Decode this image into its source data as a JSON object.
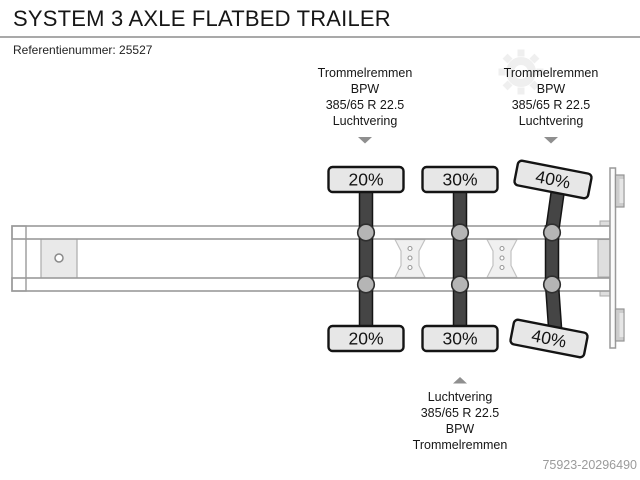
{
  "header": {
    "title": "SYSTEM 3 AXLE FLATBED TRAILER",
    "reference": "Referentienummer: 25527"
  },
  "top_labels": {
    "left": {
      "lines": [
        "Trommelremmen",
        "BPW",
        "385/65 R 22.5",
        "Luchtvering"
      ]
    },
    "right": {
      "lines": [
        "Trommelremmen",
        "BPW",
        "385/65 R 22.5",
        "Luchtvering"
      ]
    }
  },
  "bottom_label": {
    "lines": [
      "Luchtvering",
      "385/65 R 22.5",
      "BPW",
      "Trommelremmen"
    ]
  },
  "axles": [
    {
      "load_top": "20%",
      "load_bottom": "20%"
    },
    {
      "load_top": "30%",
      "load_bottom": "30%"
    },
    {
      "load_top": "40%",
      "load_bottom": "40%"
    }
  ],
  "footer": {
    "image_id": "75923-20296490"
  },
  "colors": {
    "axle_dark": "#454545",
    "suspension_gray": "#b5b5b5",
    "plate_fill": "#e7e7e7",
    "frame_stroke": "#9a9a9a",
    "id_gray": "#9b9b9b"
  }
}
